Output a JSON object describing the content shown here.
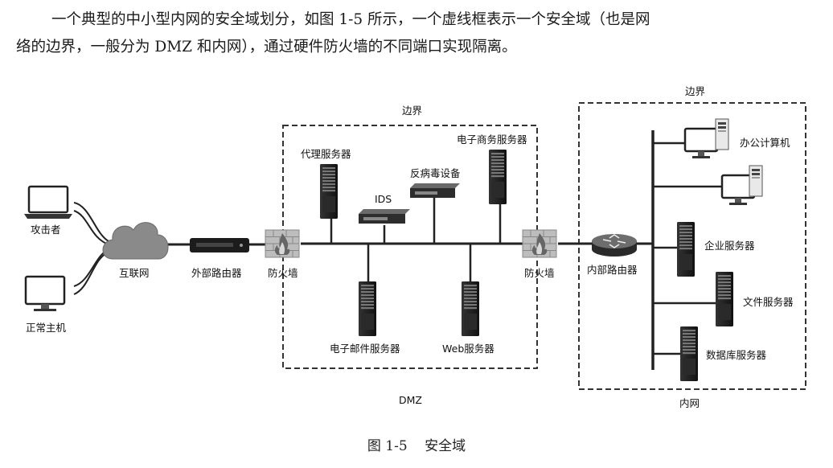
{
  "paragraph": {
    "line1": "一个典型的中小型内网的安全域划分，如图 1-5 所示，一个虚线框表示一个安全域（也是网",
    "line2": "络的边界，一般分为 DMZ 和内网），通过硬件防火墙的不同端口实现隔离。"
  },
  "diagram": {
    "attacker": "攻击者",
    "normal_host": "正常主机",
    "internet": "互联网",
    "external_router": "外部路由器",
    "firewall_left": "防火墙",
    "firewall_right": "防火墙",
    "dmz_border": "边界",
    "dmz_label": "DMZ",
    "proxy_server": "代理服务器",
    "ids": "IDS",
    "antivirus": "反病毒设备",
    "ecommerce_server": "电子商务服务器",
    "email_server": "电子邮件服务器",
    "web_server": "Web服务器",
    "internal_router": "内部路由器",
    "intranet_border": "边界",
    "intranet_label": "内网",
    "office_computer": "办公计算机",
    "enterprise_server": "企业服务器",
    "file_server": "文件服务器",
    "database_server": "数据库服务器"
  },
  "caption": {
    "figure_number": "图 1-5",
    "title": "安全域"
  }
}
